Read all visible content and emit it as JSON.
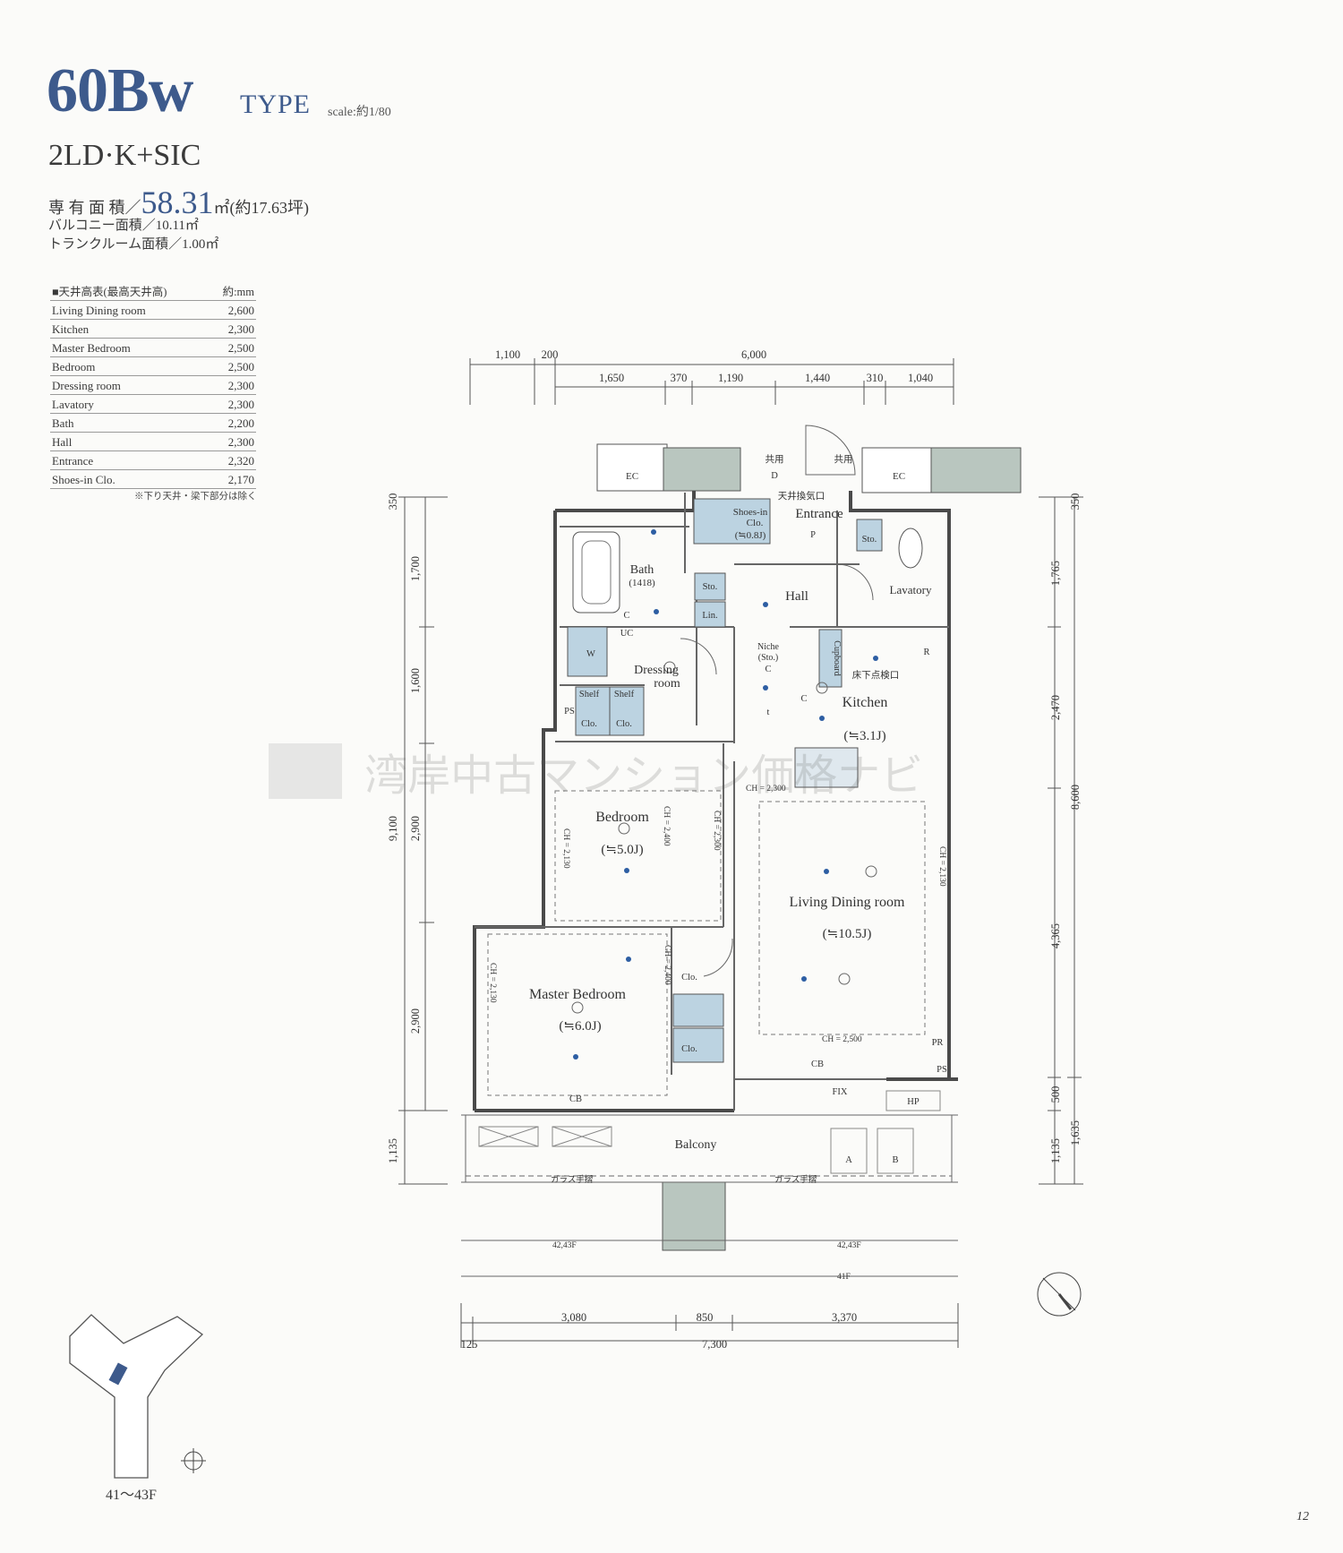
{
  "header": {
    "type_code": "60Bw",
    "type_word": "TYPE",
    "scale": "scale:約1/80",
    "plan": "2LD·K+SIC",
    "area_label": "専 有 面 積／",
    "area_value": "58.31",
    "area_unit": "㎡(約17.63坪)",
    "balcony": "バルコニー面積／10.11㎡",
    "trunk": "トランクルーム面積／1.00㎡"
  },
  "ceiling_table": {
    "title": "■天井高表(最高天井高)",
    "unit": "約:mm",
    "rows": [
      {
        "room": "Living Dining room",
        "value": "2,600"
      },
      {
        "room": "Kitchen",
        "value": "2,300"
      },
      {
        "room": "Master Bedroom",
        "value": "2,500"
      },
      {
        "room": "Bedroom",
        "value": "2,500"
      },
      {
        "room": "Dressing room",
        "value": "2,300"
      },
      {
        "room": "Lavatory",
        "value": "2,300"
      },
      {
        "room": "Bath",
        "value": "2,200"
      },
      {
        "room": "Hall",
        "value": "2,300"
      },
      {
        "room": "Entrance",
        "value": "2,320"
      },
      {
        "room": "Shoes-in Clo.",
        "value": "2,170"
      }
    ],
    "note": "※下り天井・梁下部分は除く"
  },
  "plan": {
    "rooms": {
      "entrance": "Entrance",
      "hall": "Hall",
      "lavatory": "Lavatory",
      "bath": "Bath",
      "bath_size": "(1418)",
      "dressing": "Dressing",
      "dressing2": "room",
      "kitchen": "Kitchen",
      "kitchen_size": "(≒3.1J)",
      "bedroom": "Bedroom",
      "bedroom_size": "(≒5.0J)",
      "ldr": "Living Dining room",
      "ldr_size": "(≒10.5J)",
      "master": "Master Bedroom",
      "master_size": "(≒6.0J)",
      "balcony": "Balcony",
      "shoes_in": "Shoes-in",
      "shoes_clo": "Clo.",
      "shoes_size": "(≒0.8J)",
      "niche": "Niche",
      "niche_sto": "(Sto.)",
      "cupboard": "Cupboard"
    },
    "labels": {
      "ec": "EC",
      "sto": "Sto.",
      "lin": "Lin.",
      "shelf": "Shelf",
      "clo": "Clo.",
      "w": "W",
      "uc": "UC",
      "r": "R",
      "ps": "PS",
      "pr": "PR",
      "hp": "HP",
      "cb": "CB",
      "fix": "FIX",
      "a": "A",
      "b": "B",
      "glass": "ガラス手摺",
      "kyoyo": "共用",
      "vent": "天井換気口",
      "floor_check": "床下点検口",
      "ch_2300": "CH = 2,300",
      "ch_2130": "CH = 2,130",
      "ch_2400": "CH = 2,400",
      "ch_2500": "CH = 2,500",
      "floor_4243": "42,43F",
      "floor_41": "41F",
      "key_d": "D",
      "key_p": "P",
      "key_c": "C",
      "key_t": "t"
    },
    "dims_top_row1": [
      "1,100",
      "200",
      "6,000"
    ],
    "dims_top_row2": [
      "1,650",
      "370",
      "1,190",
      "1,440",
      "310",
      "1,040"
    ],
    "dims_left_outer": [
      "350",
      "9,100",
      "1,135"
    ],
    "dims_left_inner": [
      "1,700",
      "1,600",
      "2,900",
      "2,900"
    ],
    "dims_right_outer": [
      "350",
      "8,600",
      "1,635"
    ],
    "dims_right_inner": [
      "1,765",
      "2,470",
      "4,365",
      "500",
      "1,135"
    ],
    "dims_bottom_row1": [
      "3,080",
      "850",
      "3,370"
    ],
    "dims_bottom_row2": [
      "125",
      "7,300"
    ]
  },
  "watermark": "湾岸中古マンション価格ナビ",
  "key_plan": {
    "floors": "41〜43F"
  },
  "page_number": "12",
  "colors": {
    "accent": "#3d5a8c",
    "closet_fill": "#bcd3e1",
    "wall_block": "#b9c6bf",
    "dot": "#2d5ea3"
  }
}
